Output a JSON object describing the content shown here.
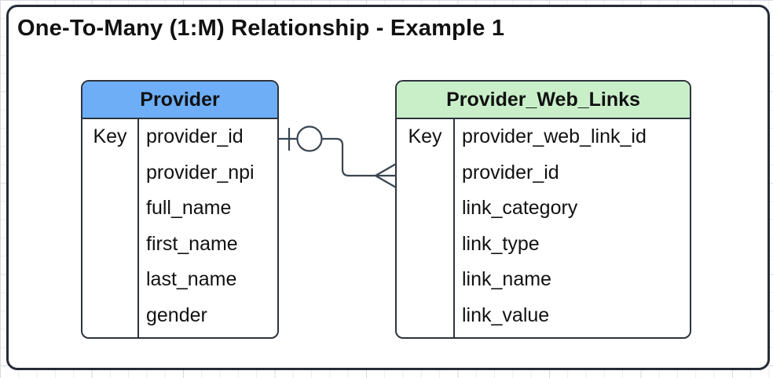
{
  "title": "One-To-Many (1:M) Relationship - Example 1",
  "colors": {
    "provider_header": "#6daef7",
    "weblinks_header": "#c9efc9",
    "table_border": "#2d333d",
    "connector": "#3a4550",
    "frame_border": "#262c36"
  },
  "tables": {
    "provider": {
      "name": "Provider",
      "key_label": "Key",
      "fields": [
        "provider_id",
        "provider_npi",
        "full_name",
        "first_name",
        "last_name",
        "gender"
      ]
    },
    "weblinks": {
      "name": "Provider_Web_Links",
      "key_label": "Key",
      "fields": [
        "provider_web_link_id",
        "provider_id",
        "link_category",
        "link_type",
        "link_name",
        "link_value"
      ]
    }
  },
  "relationship": {
    "type": "one-to-many",
    "from_table": "Provider",
    "from_field": "provider_id",
    "from_symbol": "one-bar-with-ring",
    "to_table": "Provider_Web_Links",
    "to_field": "provider_id",
    "to_symbol": "crow-foot-many"
  }
}
